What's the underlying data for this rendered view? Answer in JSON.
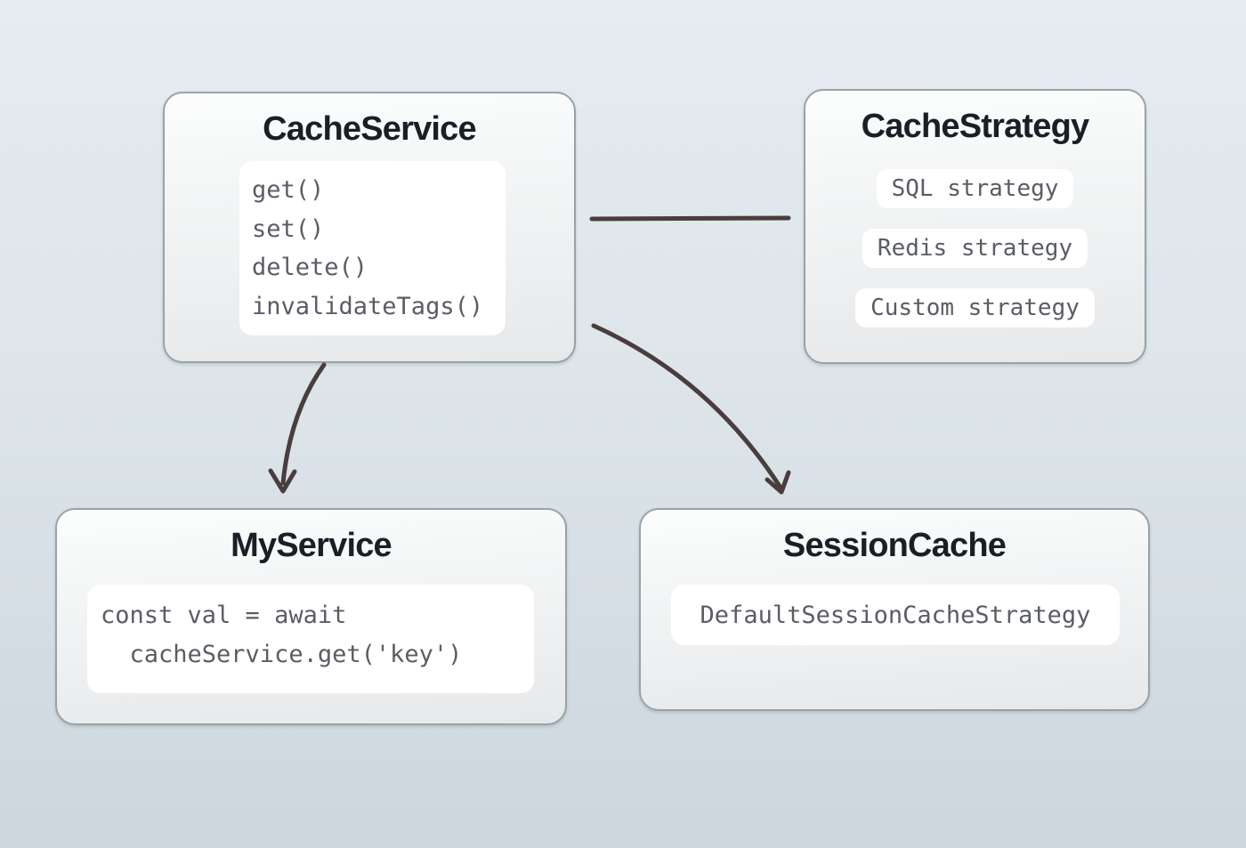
{
  "diagram": {
    "nodes": {
      "cache_service": {
        "title": "CacheService",
        "methods": [
          "get()",
          "set()",
          "delete()",
          "invalidateTags()"
        ]
      },
      "cache_strategy": {
        "title": "CacheStrategy",
        "strategies": [
          "SQL strategy",
          "Redis strategy",
          "Custom strategy"
        ]
      },
      "my_service": {
        "title": "MyService",
        "code_lines": [
          "const val = await",
          "  cacheService.get('key')"
        ]
      },
      "session_cache": {
        "title": "SessionCache",
        "strategy": "DefaultSessionCacheStrategy"
      }
    },
    "edges": [
      {
        "from": "CacheService",
        "to": "CacheStrategy",
        "line": "straight",
        "arrowhead": "none"
      },
      {
        "from": "CacheService",
        "to": "MyService",
        "line": "curved",
        "arrowhead": "end"
      },
      {
        "from": "CacheService",
        "to": "SessionCache",
        "line": "curved",
        "arrowhead": "end"
      }
    ],
    "colors": {
      "background_top": "#e6ecf0",
      "background_bottom": "#ccd6dd",
      "node_border": "#98a2a9",
      "node_fill_top": "#fcfdfd",
      "node_fill_bottom": "#e6e8ea",
      "inner_box": "#ffffff",
      "title_text": "#1c1e25",
      "code_text": "#595d64",
      "arrow": "#4a3d3d"
    }
  }
}
